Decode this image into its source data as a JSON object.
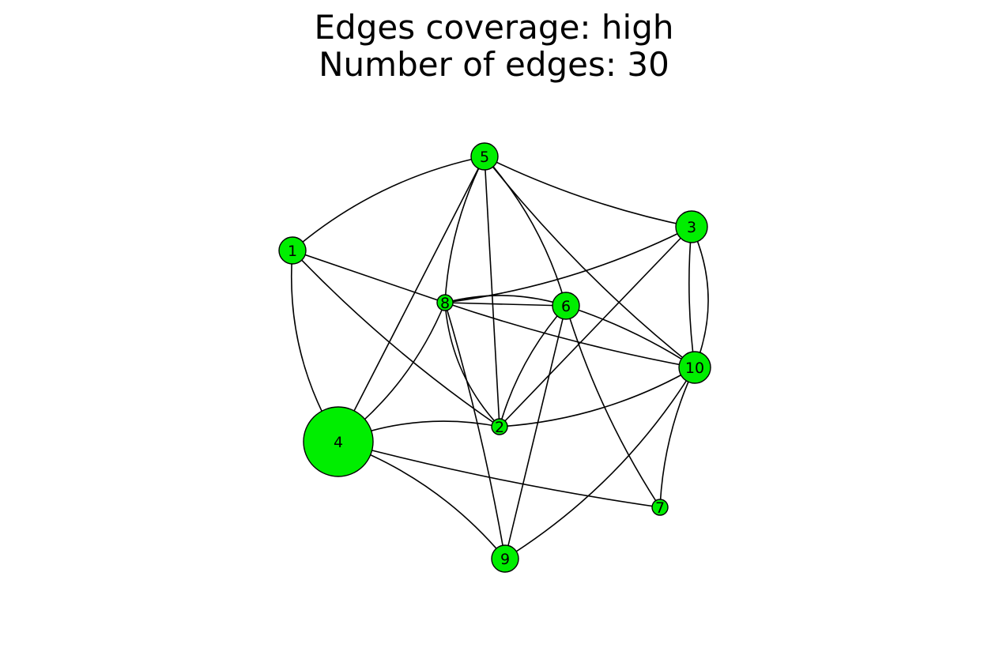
{
  "title": {
    "line1": "Edges coverage: high",
    "line2": "Number of edges: 30"
  },
  "colors": {
    "node_fill": "#00ee00",
    "node_stroke": "#000000",
    "edge": "#000000"
  },
  "graph": {
    "nodes": [
      {
        "id": "1",
        "label": "1",
        "size": "small"
      },
      {
        "id": "2",
        "label": "2",
        "size": "tiny"
      },
      {
        "id": "3",
        "label": "3",
        "size": "medium"
      },
      {
        "id": "4",
        "label": "4",
        "size": "large"
      },
      {
        "id": "5",
        "label": "5",
        "size": "small"
      },
      {
        "id": "6",
        "label": "6",
        "size": "small"
      },
      {
        "id": "7",
        "label": "7",
        "size": "tiny"
      },
      {
        "id": "8",
        "label": "8",
        "size": "tiny"
      },
      {
        "id": "9",
        "label": "9",
        "size": "small"
      },
      {
        "id": "10",
        "label": "10",
        "size": "medium"
      }
    ],
    "edges": [
      [
        "1",
        "5"
      ],
      [
        "1",
        "8"
      ],
      [
        "1",
        "2"
      ],
      [
        "1",
        "4"
      ],
      [
        "5",
        "8"
      ],
      [
        "5",
        "6"
      ],
      [
        "5",
        "3"
      ],
      [
        "5",
        "10"
      ],
      [
        "5",
        "4"
      ],
      [
        "5",
        "2"
      ],
      [
        "3",
        "8"
      ],
      [
        "3",
        "10"
      ],
      [
        "3",
        "10"
      ],
      [
        "3",
        "2"
      ],
      [
        "8",
        "6"
      ],
      [
        "8",
        "6"
      ],
      [
        "8",
        "10"
      ],
      [
        "8",
        "4"
      ],
      [
        "8",
        "2"
      ],
      [
        "8",
        "9"
      ],
      [
        "6",
        "10"
      ],
      [
        "6",
        "2"
      ],
      [
        "6",
        "9"
      ],
      [
        "6",
        "7"
      ],
      [
        "10",
        "2"
      ],
      [
        "10",
        "9"
      ],
      [
        "10",
        "7"
      ],
      [
        "4",
        "2"
      ],
      [
        "4",
        "7"
      ],
      [
        "4",
        "9"
      ]
    ]
  }
}
